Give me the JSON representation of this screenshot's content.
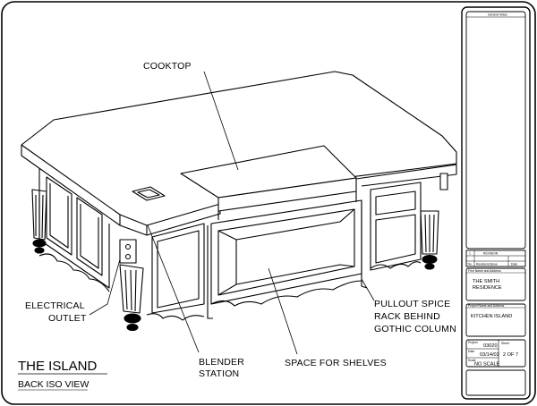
{
  "drawing": {
    "title": "THE ISLAND",
    "view": "BACK ISO VIEW"
  },
  "callouts": {
    "cooktop": "COOKTOP",
    "electrical_line1": "ELECTRICAL",
    "electrical_line2": "OUTLET",
    "blender_line1": "BLENDER",
    "blender_line2": "STATION",
    "shelves": "SPACE FOR SHELVES",
    "pullout_line1": "PULLOUT SPICE",
    "pullout_line2": "RACK BEHIND",
    "pullout_line3": "GOTHIC COLUMN"
  },
  "title_block": {
    "header": "General Notes",
    "revision_number": "1",
    "revision_label": "REVISION",
    "revision_col_no": "No.",
    "revision_col_desc": "Revisions/Issue",
    "revision_col_date": "Date",
    "client_label": "Firm Name and Address",
    "client": [
      "THE SMITH",
      "RESIDENCE"
    ],
    "project_label": "Project Name and Address",
    "project": "KITCHEN ISLAND",
    "project_no_label": "Project",
    "project_no": "03020",
    "date_label": "Date",
    "date": "03/14/03",
    "scale_label": "Scale",
    "scale": "NO SCALE",
    "sheet_label": "Sheet",
    "sheet": "2 OF 7"
  }
}
